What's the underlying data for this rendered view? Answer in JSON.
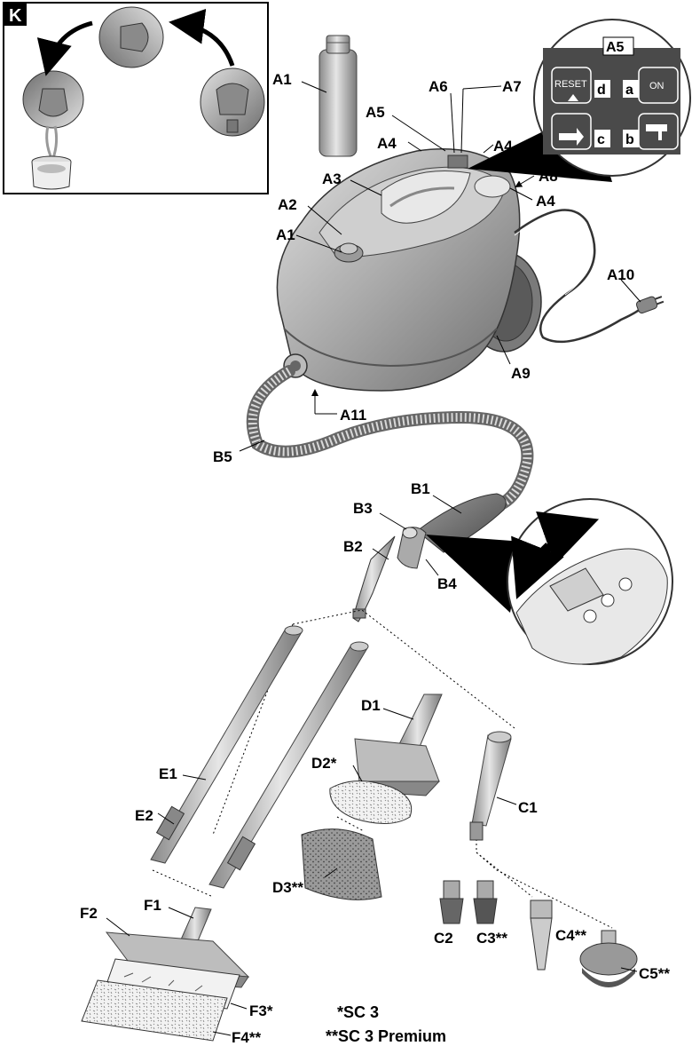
{
  "inset": {
    "tag": "K"
  },
  "panel": {
    "title": "A5",
    "reset_label": "RESET",
    "on_label": "ON",
    "keys": [
      "a",
      "b",
      "c",
      "d"
    ]
  },
  "labels": {
    "A1_top": "A1",
    "A1": "A1",
    "A2": "A2",
    "A3": "A3",
    "A4_left": "A4",
    "A4_mid": "A4",
    "A4_right": "A4",
    "A5": "A5",
    "A6": "A6",
    "A7": "A7",
    "A8": "A8",
    "A9": "A9",
    "A10": "A10",
    "A11": "A11",
    "B1": "B1",
    "B2": "B2",
    "B3": "B3",
    "B4": "B4",
    "B5": "B5",
    "C1": "C1",
    "C2": "C2",
    "C3": "C3**",
    "C4": "C4**",
    "C5": "C5**",
    "D1": "D1",
    "D2": "D2*",
    "D3": "D3**",
    "E1": "E1",
    "E2": "E2",
    "F1": "F1",
    "F2": "F2",
    "F3": "F3*",
    "F4": "F4**"
  },
  "footnotes": {
    "sc3": "*SC 3",
    "sc3_premium": "**SC 3 Premium"
  },
  "colors": {
    "body": "#a9a9a9",
    "dark": "#555555",
    "light": "#d9d9d9",
    "panel": "#4a4a4a"
  }
}
